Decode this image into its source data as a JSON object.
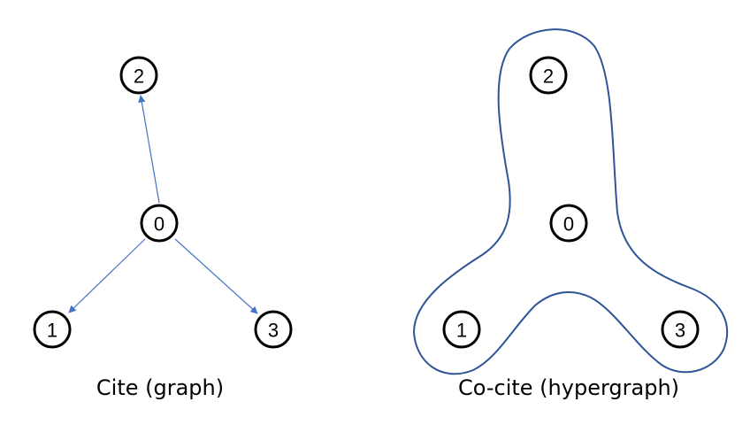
{
  "panels": {
    "cite": {
      "caption": "Cite (graph)",
      "nodes": [
        "2",
        "0",
        "1",
        "3"
      ]
    },
    "cocite": {
      "caption": "Co-cite (hypergraph)",
      "nodes": [
        "2",
        "0",
        "1",
        "3"
      ]
    }
  },
  "colors": {
    "edge": "#4472c4",
    "hyperedge": "#2f5597",
    "node_stroke": "#000000"
  }
}
